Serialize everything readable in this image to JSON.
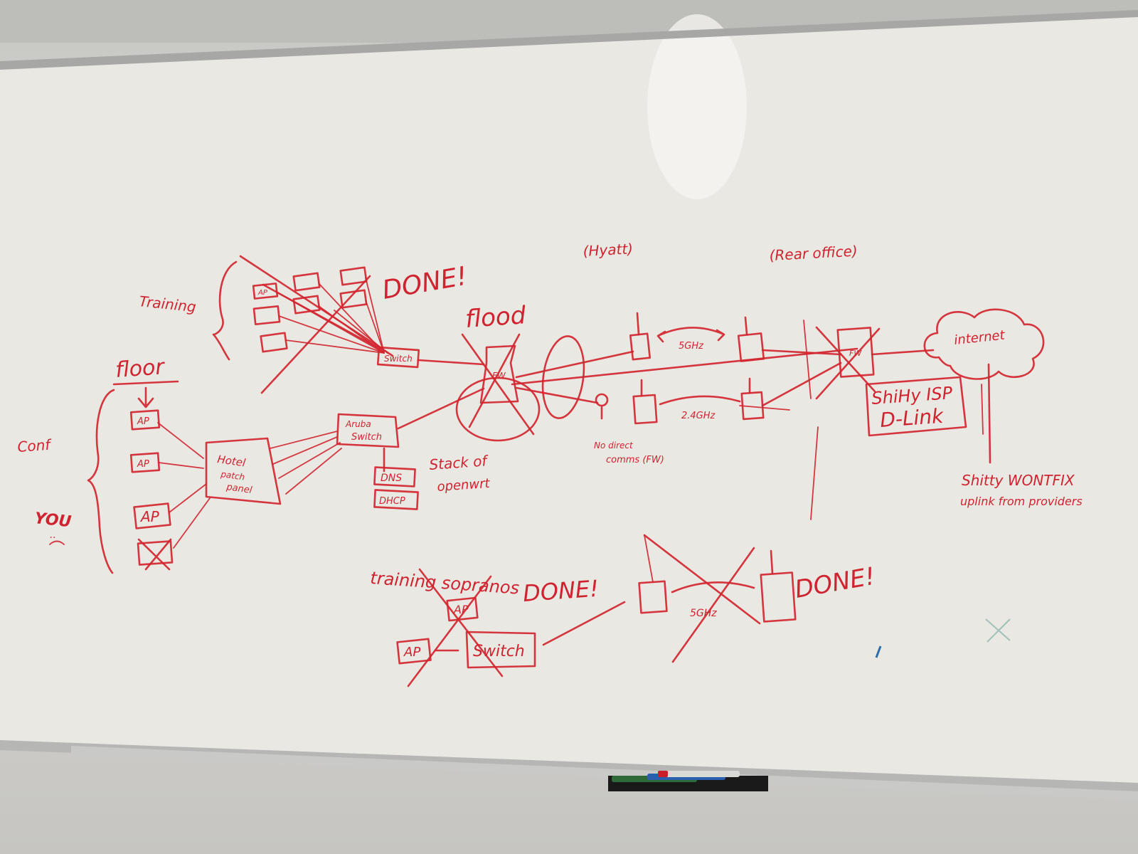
{
  "colors": {
    "ink": "#d2252f",
    "board": "#ecebe6",
    "frame": "#a9aaa8"
  },
  "labels": {
    "training": "Training",
    "floor": "floor",
    "conf": "Conf",
    "you": "YOU",
    "sad_face": "..",
    "done_top": "DONE!",
    "flood": "flood",
    "hyatt": "(Hyatt)",
    "rear_office": "(Rear office)",
    "internet": "internet",
    "switch_top": "Switch",
    "aruba_switch_1": "Aruba",
    "aruba_switch_2": "Switch",
    "hotel_patch_1": "Hotel",
    "hotel_patch_2": "patch",
    "hotel_patch_3": "panel",
    "dns": "DNS",
    "dhcp": "DHCP",
    "stack_1": "Stack of",
    "stack_2": "openwrt",
    "ap": "AP",
    "fw": "FW",
    "ghz5_top": "5GHz",
    "ghz24": "2.4GHz",
    "no_direct_1": "No direct",
    "no_direct_2": "comms (FW)",
    "isp_1": "ShiHy ISP",
    "isp_2": "D-Link",
    "wontfix_1": "Shitty WONTFIX",
    "wontfix_2": "uplink from providers",
    "training_sopranos": "training sopranos",
    "done_mid": "DONE!",
    "switch_bottom": "Switch",
    "ghz5_bottom": "5GHz",
    "done_right": "DONE!"
  }
}
